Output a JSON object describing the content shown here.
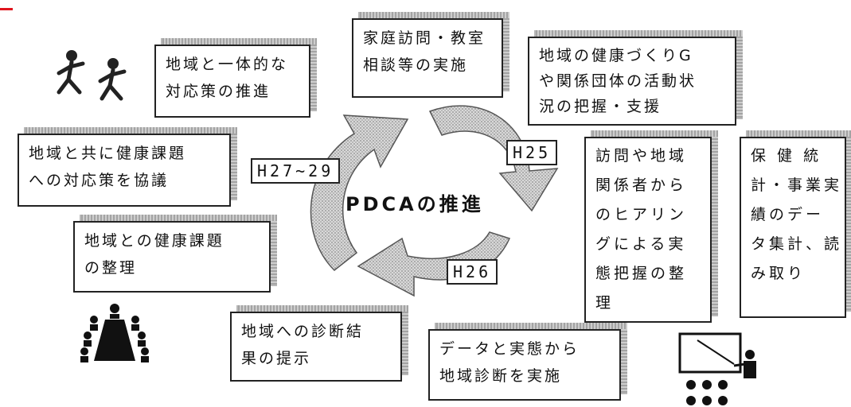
{
  "center_label": "PDCAの推進",
  "stage_tags": [
    "H25",
    "H26",
    "H27~29"
  ],
  "boxes": {
    "home_visits": [
      "家庭訪問・教室",
      "相談等の実施"
    ],
    "community_groups": [
      "地域の健康づくりG",
      "や関係団体の活動状",
      "況の把握・支援"
    ],
    "community_measures": [
      "地域と一体的な",
      "対応策の推進"
    ],
    "discuss": [
      "地域と共に健康課題",
      "への対応策を協議"
    ],
    "organize": [
      "地域との健康課題",
      "の整理"
    ],
    "present": [
      "地域への診断結",
      "果の提示"
    ],
    "diagnosis": [
      "データと実態から",
      "地域診断を実施"
    ],
    "hearing": [
      "訪問や地域",
      "関係者から",
      "のヒアリン",
      "グによる実",
      "態把握の整",
      "理"
    ],
    "statistics": [
      "保 健 統",
      "計・事業実",
      "績のデー",
      "タ集計、読",
      "み取り"
    ]
  },
  "colors": {
    "accent": "#e0151d",
    "shadow": "#b9b9b9",
    "arrow": "#c8c8c8"
  },
  "icons": [
    "walking-people-icon",
    "meeting-table-icon",
    "lecture-audience-icon"
  ]
}
